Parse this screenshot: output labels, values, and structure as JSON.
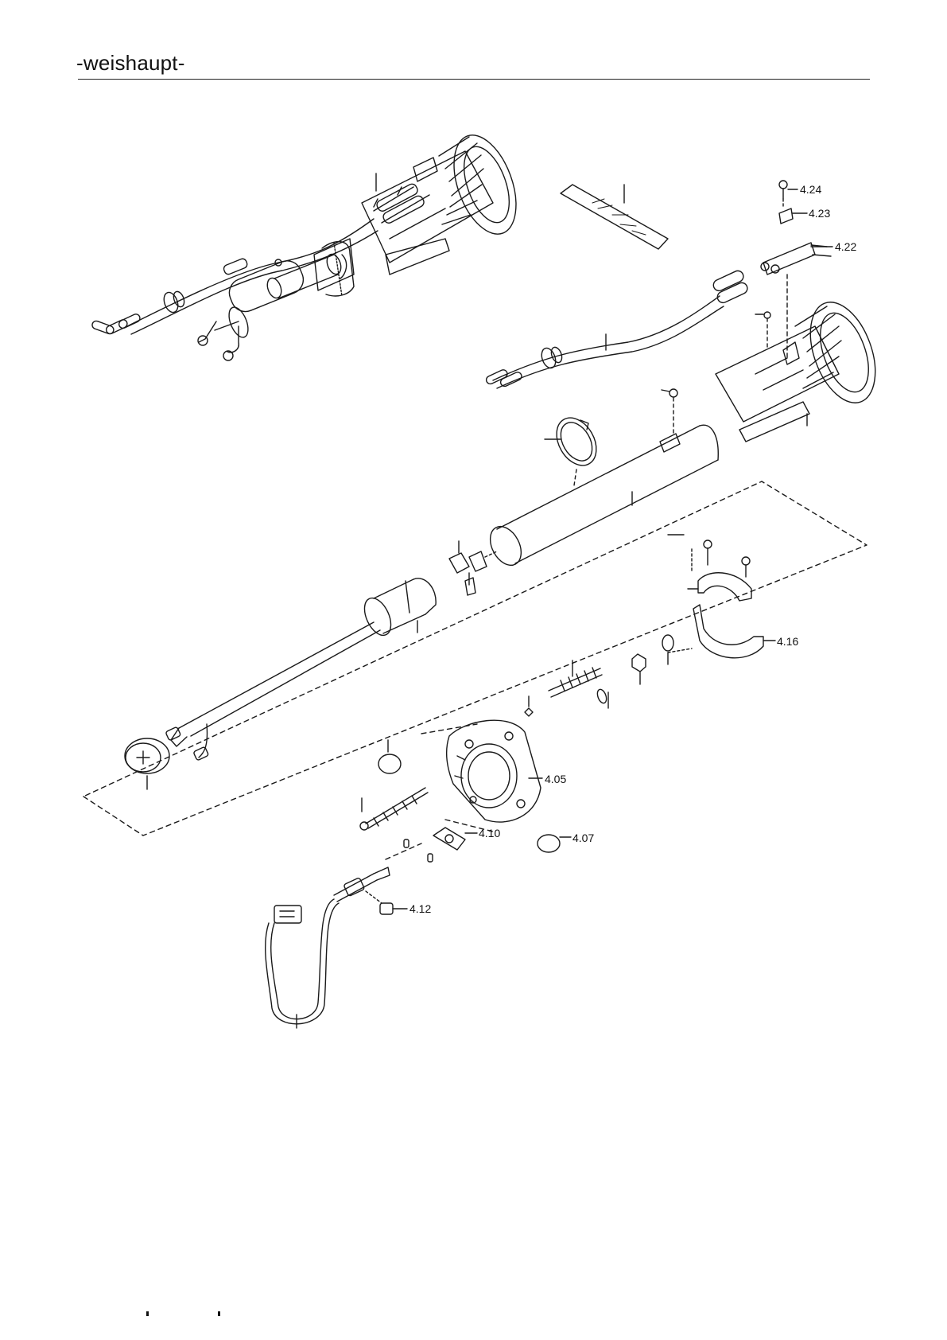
{
  "header": {
    "brand": "-weishaupt-"
  },
  "callouts": [
    {
      "id": "4.24",
      "label": "4.24"
    },
    {
      "id": "4.23",
      "label": "4.23"
    },
    {
      "id": "4.22",
      "label": "4.22"
    },
    {
      "id": "4.16",
      "label": "4.16"
    },
    {
      "id": "4.05",
      "label": "4.05"
    },
    {
      "id": "4.10",
      "label": "4.10"
    },
    {
      "id": "4.07",
      "label": "4.07"
    },
    {
      "id": "4.12",
      "label": "4.12"
    }
  ]
}
